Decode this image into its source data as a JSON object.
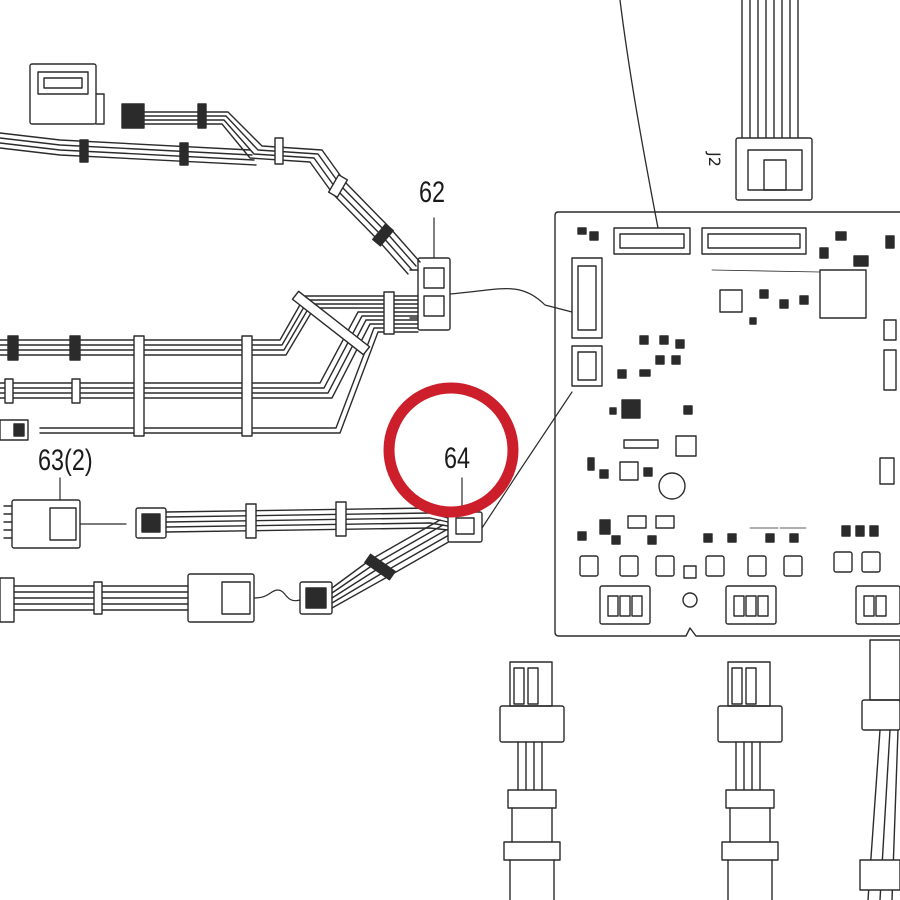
{
  "callouts": {
    "item_62": "62",
    "item_63": "63(2)",
    "item_64": "64"
  },
  "connector_labels": {
    "j_top": "J2"
  },
  "colors": {
    "line": "#2b2b2b",
    "highlight_ring": "#cc1f2b",
    "background": "#ffffff"
  }
}
